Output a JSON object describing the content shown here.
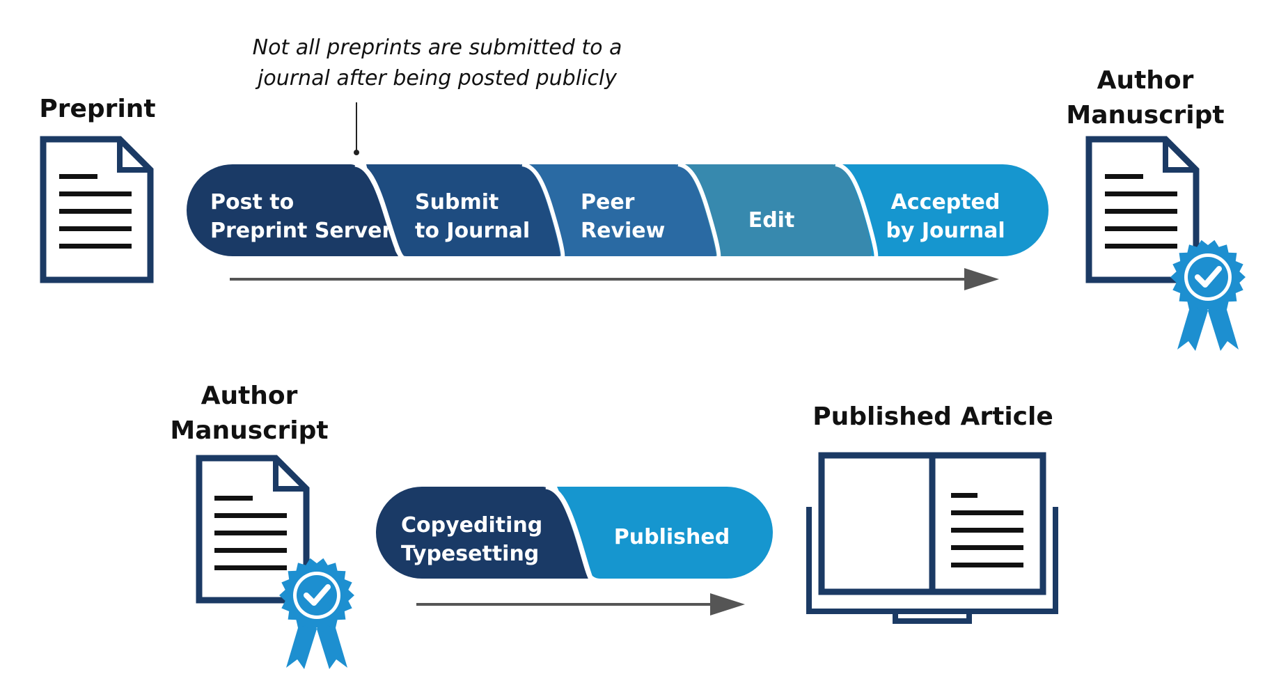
{
  "note": {
    "line1": "Not all preprints are submitted to a",
    "line2": "journal after being posted publicly"
  },
  "top": {
    "preprint_label": "Preprint",
    "author_manuscript_label": [
      "Author",
      "Manuscript"
    ],
    "stages": [
      {
        "lines": [
          "Post to",
          "Preprint Server"
        ],
        "color": "#1a3a66"
      },
      {
        "lines": [
          "Submit",
          "to Journal"
        ],
        "color": "#1e4c80"
      },
      {
        "lines": [
          "Peer",
          "Review"
        ],
        "color": "#2a6aa3"
      },
      {
        "lines": [
          "Edit"
        ],
        "color": "#3789ae"
      },
      {
        "lines": [
          "Accepted",
          "by Journal"
        ],
        "color": "#1696cf"
      }
    ]
  },
  "bottom": {
    "author_manuscript_label": [
      "Author",
      "Manuscript"
    ],
    "published_article_label": "Published Article",
    "stages": [
      {
        "lines": [
          "Copyediting",
          "Typesetting"
        ],
        "color": "#1a3a66"
      },
      {
        "lines": [
          "Published"
        ],
        "color": "#1696cf"
      }
    ]
  },
  "colors": {
    "navy": "#1b3a64",
    "badge": "#1d8fd0",
    "arrow": "#555555"
  }
}
